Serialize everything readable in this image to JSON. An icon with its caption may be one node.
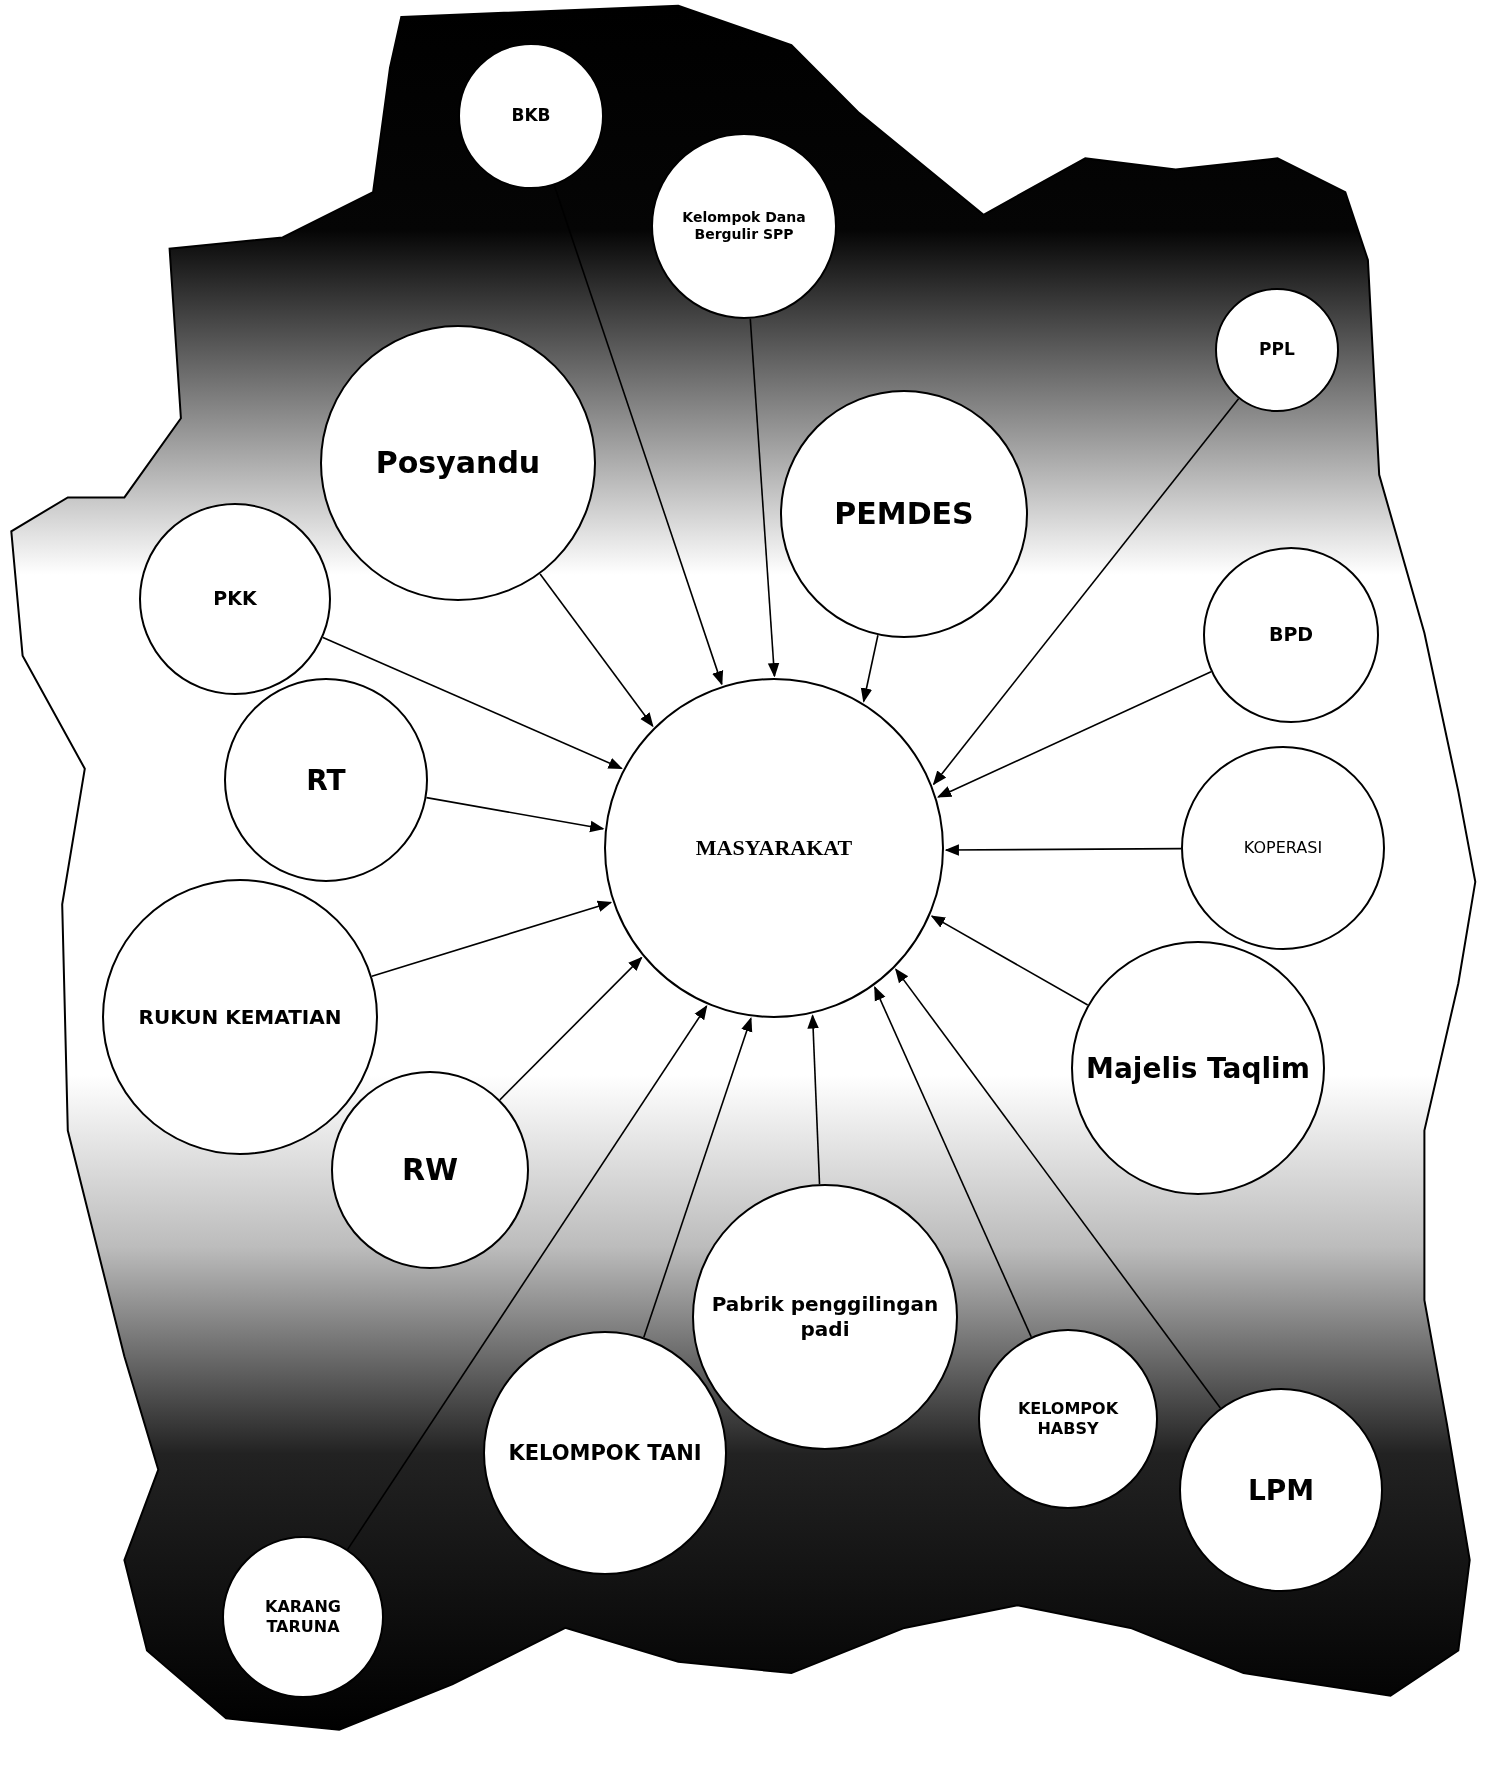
{
  "diagram": {
    "nodes": [
      {
        "text": [
          "BKB"
        ]
      },
      {
        "text": [
          "Kelompok Dana Bergulir SPP"
        ]
      },
      {
        "text": [
          "PPL"
        ]
      },
      {
        "text": [
          "Posyandu"
        ]
      },
      {
        "text": [
          "PEMDES"
        ]
      },
      {
        "text": [
          "PKK"
        ]
      },
      {
        "text": [
          "BPD"
        ]
      },
      {
        "text": [
          "RT"
        ]
      },
      {
        "text": [
          "MASYARAKAT"
        ]
      },
      {
        "text": [
          "KOPERASI"
        ]
      },
      {
        "text": [
          "Majelis Taqlim"
        ]
      },
      {
        "text": [
          "RUKUN KEMATIAN"
        ]
      },
      {
        "text": [
          "RW"
        ]
      },
      {
        "text": [
          "Pabrik penggilingan padi"
        ]
      },
      {
        "text": [
          "KELOMPOK HABSY"
        ]
      },
      {
        "text": [
          "KELOMPOK TANI"
        ]
      },
      {
        "text": [
          "LPM"
        ]
      },
      {
        "text": [
          "KARANG TARUNA"
        ]
      }
    ],
    "edges": [
      {
        "from": 0,
        "to": 8,
        "arrow": "to"
      },
      {
        "from": 1,
        "to": 8,
        "arrow": "to"
      },
      {
        "from": 2,
        "to": 8,
        "arrow": "to"
      },
      {
        "from": 3,
        "to": 8,
        "arrow": "to"
      },
      {
        "from": 4,
        "to": 8,
        "arrow": "to"
      },
      {
        "from": 5,
        "to": 8,
        "arrow": "to"
      },
      {
        "from": 6,
        "to": 8,
        "arrow": "to"
      },
      {
        "from": 7,
        "to": 8,
        "arrow": "to"
      },
      {
        "from": 9,
        "to": 8,
        "arrow": "to"
      },
      {
        "from": 10,
        "to": 8,
        "arrow": "to"
      },
      {
        "from": 11,
        "to": 8,
        "arrow": "to"
      },
      {
        "from": 12,
        "to": 8,
        "arrow": "to"
      },
      {
        "from": 13,
        "to": 8,
        "arrow": "to"
      },
      {
        "from": 14,
        "to": 8,
        "arrow": "to"
      },
      {
        "from": 15,
        "to": 8,
        "arrow": "to"
      },
      {
        "from": 16,
        "to": 8,
        "arrow": "to"
      },
      {
        "from": 17,
        "to": 8,
        "arrow": "to"
      }
    ]
  }
}
